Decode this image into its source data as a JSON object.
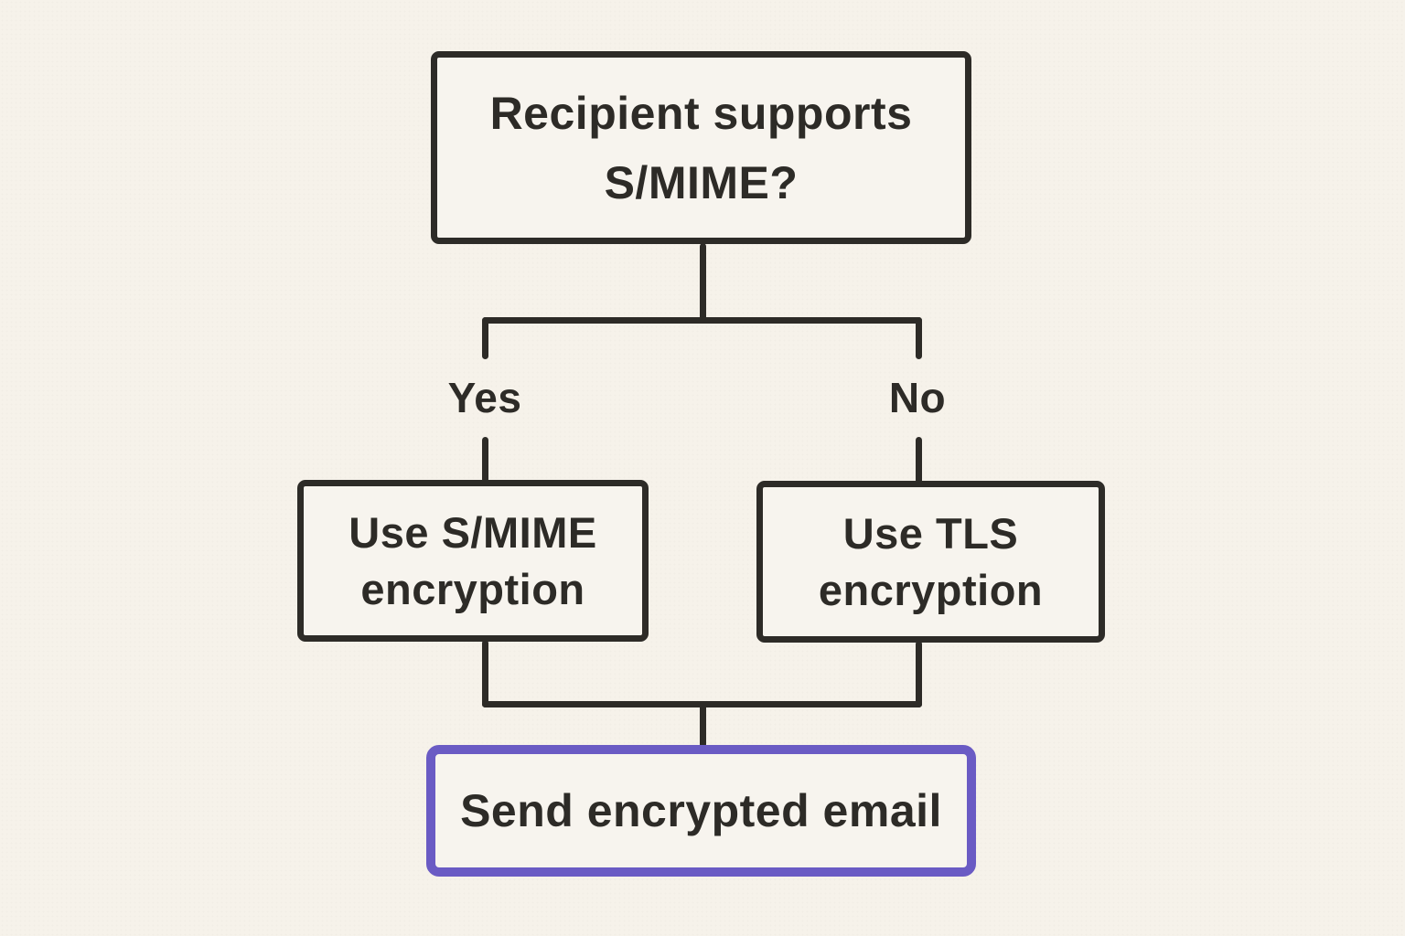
{
  "theme": {
    "paper": "#f6f2ea",
    "ink": "#2d2b27",
    "accent": "#6a5bc4",
    "box-fill": "#f7f4ee"
  },
  "flowchart": {
    "type": "decision-flowchart",
    "nodes": {
      "question": {
        "line1": "Recipient supports",
        "line2": "S/MIME?"
      },
      "smime": {
        "line1": "Use S/MIME",
        "line2": "encryption"
      },
      "tls": {
        "line1": "Use TLS",
        "line2": "encryption"
      },
      "send": {
        "label": "Send encrypted email"
      }
    },
    "branches": {
      "yes": "Yes",
      "no": "No"
    },
    "edges": [
      {
        "from": "question",
        "to": "smime",
        "label": "Yes"
      },
      {
        "from": "question",
        "to": "tls",
        "label": "No"
      },
      {
        "from": "smime",
        "to": "send"
      },
      {
        "from": "tls",
        "to": "send"
      }
    ]
  }
}
